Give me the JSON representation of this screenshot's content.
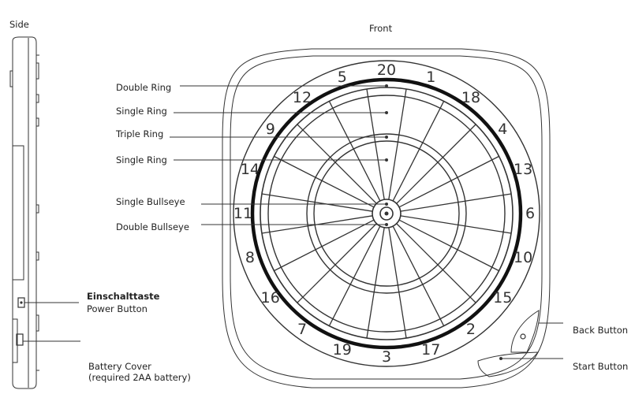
{
  "views": {
    "side": "Side",
    "front": "Front"
  },
  "labels": {
    "double_ring": "Double Ring",
    "single_ring_outer": "Single Ring",
    "triple_ring": "Triple Ring",
    "single_ring_inner": "Single Ring",
    "single_bullseye": "Single Bullseye",
    "double_bullseye": "Double Bullseye",
    "power_button_de": "Einschalttaste",
    "power_button": "Power Button",
    "battery_cover": "Battery Cover",
    "battery_note": "(required 2AA battery)",
    "back_button": "Back Button",
    "start_button": "Start Button"
  },
  "board_numbers": [
    "20",
    "1",
    "18",
    "4",
    "13",
    "6",
    "10",
    "15",
    "2",
    "17",
    "3",
    "19",
    "7",
    "16",
    "8",
    "11",
    "14",
    "9",
    "12",
    "5"
  ]
}
